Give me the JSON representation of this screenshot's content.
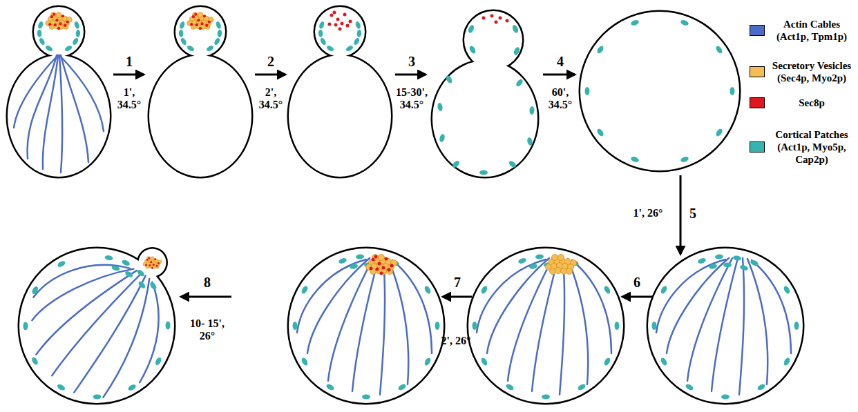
{
  "diagram": {
    "labels": [
      "1",
      "1', 34.5°",
      "2",
      "2', 34.5°",
      "3",
      "15-30', 34.5°",
      "4",
      "60', 34.5°",
      "5",
      "1', 26°",
      "6",
      "7",
      "2', 26°",
      "8",
      "10- 15', 26°"
    ],
    "legend": [
      {
        "text": "Actin Cables (Act1p, Tpm1p)",
        "color": "#4a6cc8"
      },
      {
        "text": "Secretory Vesicles (Sec4p, Myo2p)",
        "color": "#f5bd56"
      },
      {
        "text": "Sec8p",
        "color": "#e0161e"
      },
      {
        "text": "Cortical Patches (Act1p, Myo5p, Cap2p)",
        "color": "#36b3b0"
      }
    ]
  }
}
